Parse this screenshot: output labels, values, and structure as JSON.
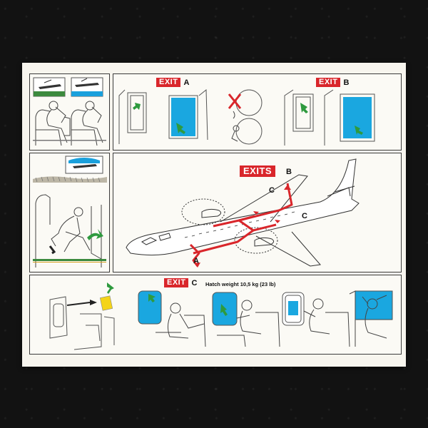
{
  "exits_title": "EXITS",
  "exit_word": "EXIT",
  "exit_a_letter": "A",
  "exit_b_letter": "B",
  "exit_c_letter": "C",
  "plane_labels": {
    "a": "A",
    "b": "B",
    "c_upper": "C",
    "c_lower": "C"
  },
  "hatch_weight": "Hatch weight 10,5 kg (23 lb)",
  "colors": {
    "exit_red": "#d9262b",
    "window_blue": "#19a7e0",
    "arrow_green": "#2e9a3e"
  }
}
